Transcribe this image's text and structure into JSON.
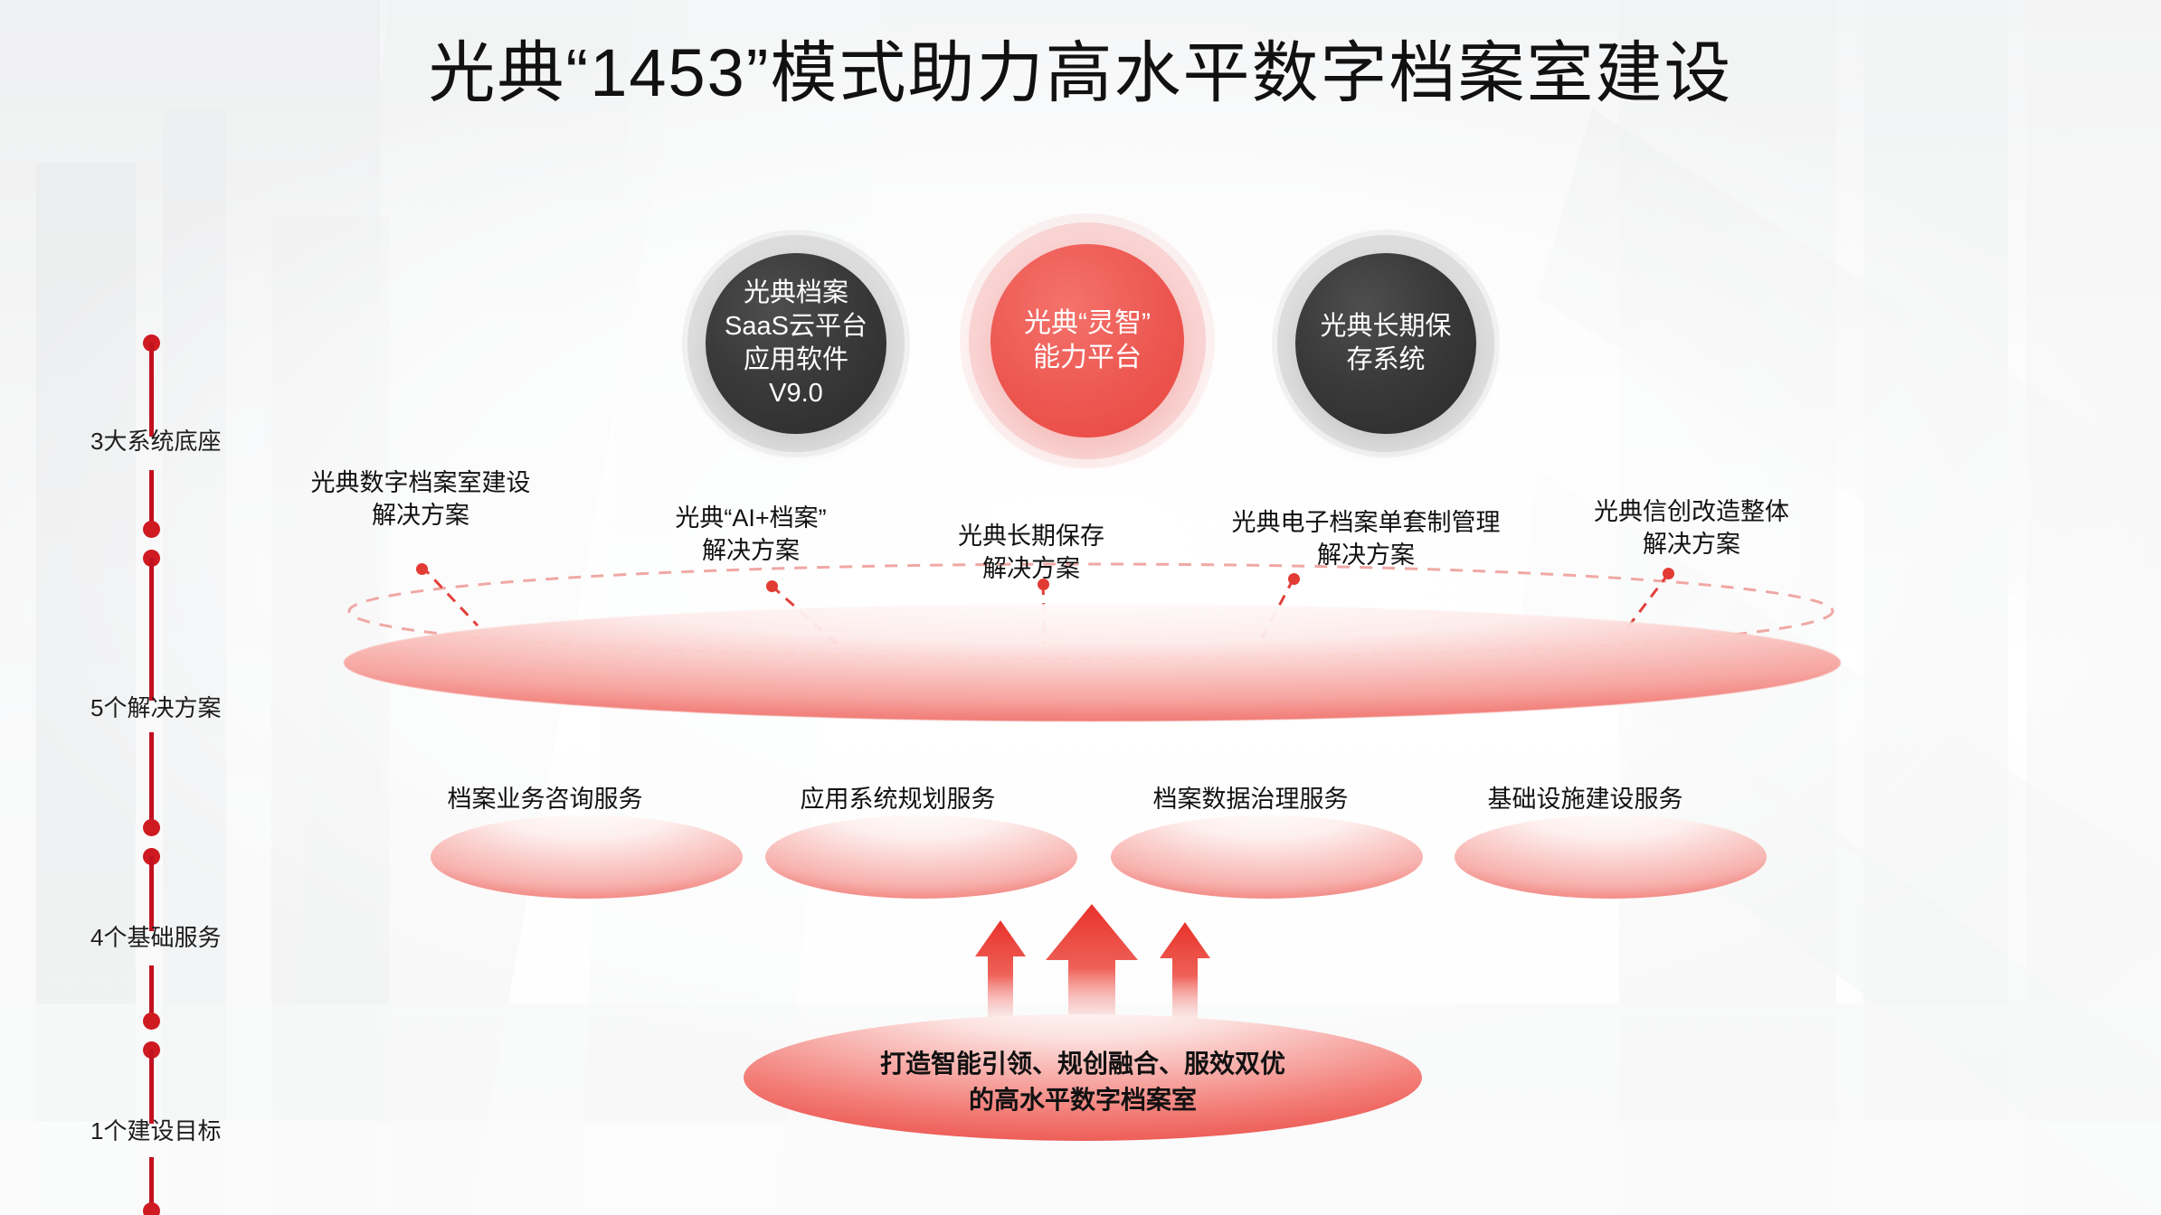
{
  "title": "光典“1453”模式助力高水平数字档案室建设",
  "colors": {
    "accent_red": "#cf1a22",
    "ellipse_red": "#e8453f",
    "circle_dark": "#333333",
    "text_dark": "#111111"
  },
  "timeline": {
    "items": [
      {
        "label": "3大系统底座"
      },
      {
        "label": "5个解决方案"
      },
      {
        "label": "4个基础服务"
      },
      {
        "label": "1个建设目标"
      }
    ]
  },
  "systems": {
    "items": [
      {
        "style": "dark",
        "lines": [
          "光典档案",
          "SaaS云平台",
          "应用软件",
          "V9.0"
        ]
      },
      {
        "style": "red",
        "lines": [
          "光典“灵智”",
          "能力平台"
        ]
      },
      {
        "style": "dark",
        "lines": [
          "光典长期保",
          "存系统"
        ]
      }
    ]
  },
  "solutions": {
    "items": [
      {
        "line1": "光典数字档案室建设",
        "line2": "解决方案"
      },
      {
        "line1": "光典“AI+档案”",
        "line2": "解决方案"
      },
      {
        "line1": "光典长期保存",
        "line2": "解决方案"
      },
      {
        "line1": "光典电子档案单套制管理",
        "line2": "解决方案"
      },
      {
        "line1": "光典信创改造整体",
        "line2": "解决方案"
      }
    ]
  },
  "services": {
    "items": [
      {
        "label": "档案业务咨询服务"
      },
      {
        "label": "应用系统规划服务"
      },
      {
        "label": "档案数据治理服务"
      },
      {
        "label": "基础设施建设服务"
      }
    ]
  },
  "goal": {
    "line1": "打造智能引领、规创融合、服效双优",
    "line2": "的高水平数字档案室"
  }
}
